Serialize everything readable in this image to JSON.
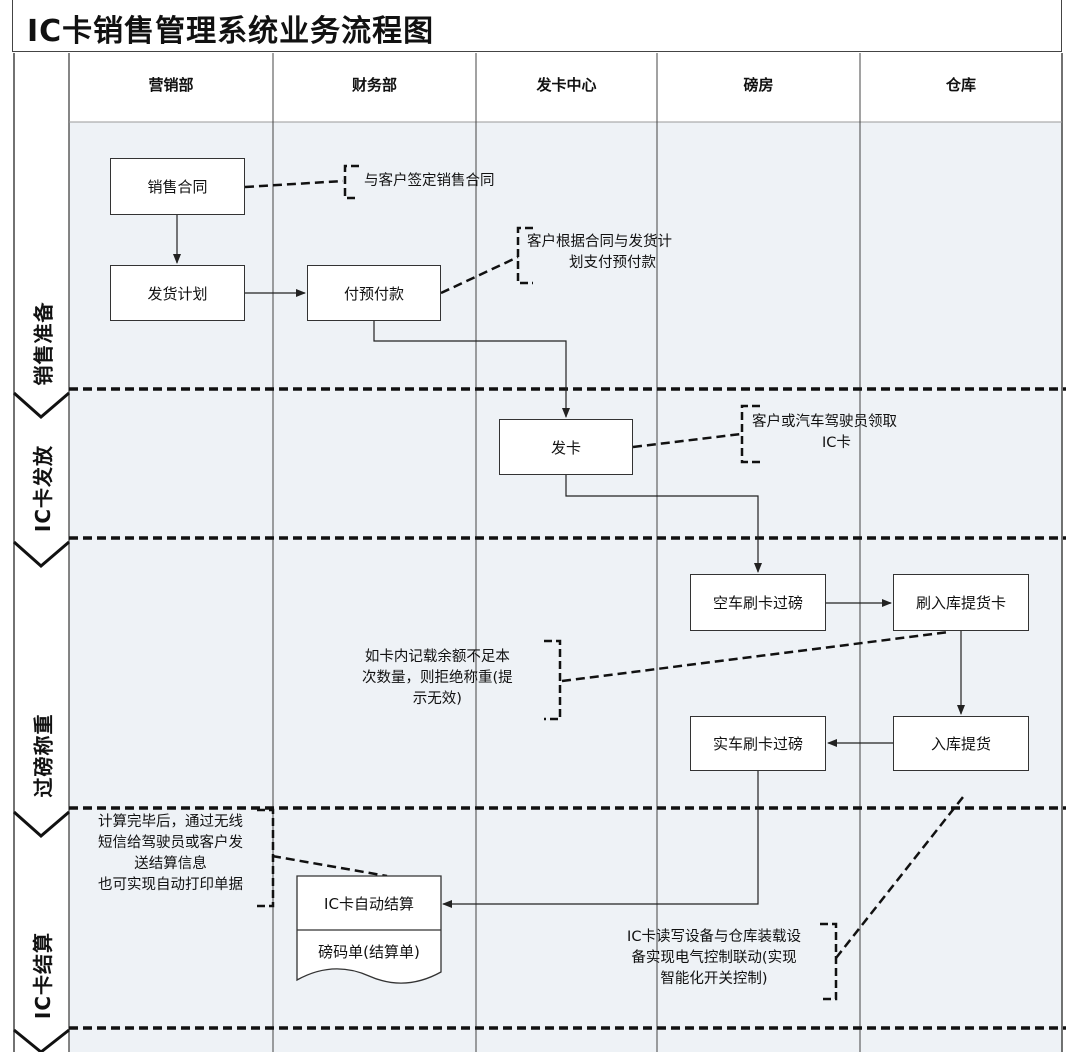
{
  "title": "IC卡销售管理系统业务流程图",
  "lanes": [
    "营销部",
    "财务部",
    "发卡中心",
    "磅房",
    "仓库"
  ],
  "phases": [
    "销售准备",
    "IC卡发放",
    "过磅称重",
    "IC卡结算"
  ],
  "boxes": {
    "sales_contract": "销售合同",
    "shipping_plan": "发货计划",
    "prepayment": "付预付款",
    "issue_card": "发卡",
    "empty_weigh": "空车刷卡过磅",
    "storage_card": "刷入库提货卡",
    "loading": "入库提货",
    "full_weigh": "实车刷卡过磅",
    "auto_settle": "IC卡自动结算",
    "weigh_slip": "磅码单(结算单)"
  },
  "notes": {
    "contract": [
      "与客户签定销售合同"
    ],
    "prepay": [
      "客户根据合同与发货计",
      "划支付预付款"
    ],
    "card": [
      "客户或汽车驾驶员领取",
      "IC卡"
    ],
    "balance": [
      "如卡内记载余额不足本",
      "次数量，则拒绝称重(提",
      "示无效)"
    ],
    "sms": [
      "计算完毕后，通过无线",
      "短信给驾驶员或客户发",
      "送结算信息",
      "也可实现自动打印单据"
    ],
    "device": [
      "IC卡读写设备与仓库装载设",
      "备实现电气控制联动(实现",
      "智能化开关控制)"
    ]
  }
}
